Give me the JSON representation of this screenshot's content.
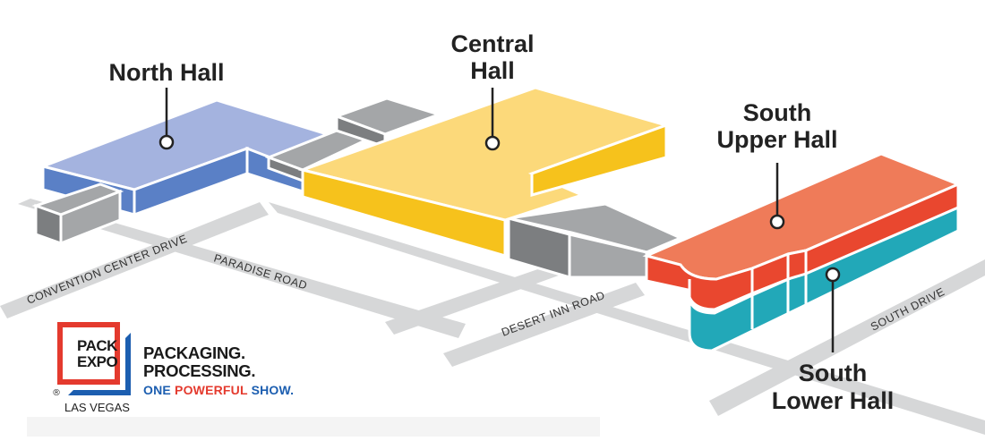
{
  "halls": {
    "north": "North Hall",
    "central_line1": "Central",
    "central_line2": "Hall",
    "south_upper_line1": "South",
    "south_upper_line2": "Upper Hall",
    "south_lower_line1": "South",
    "south_lower_line2": "Lower Hall"
  },
  "roads": {
    "convention_center": "CONVENTION CENTER DRIVE",
    "paradise": "PARADISE ROAD",
    "desert_inn": "DESERT INN ROAD",
    "south_drive": "SOUTH DRIVE"
  },
  "logo": {
    "word1": "PACK",
    "word2": "EXPO",
    "registered": "®",
    "city": "LAS VEGAS",
    "tagline1": "PACKAGING.",
    "tagline2": "PROCESSING.",
    "tagline3_part1": "ONE ",
    "tagline3_part2": "POWERFUL",
    "tagline3_part3": " SHOW."
  },
  "colors": {
    "north_top": "#a4b3df",
    "north_side": "#5a80c6",
    "central_top": "#fcd97a",
    "central_side": "#f6c21c",
    "south_upper_top": "#ef7b59",
    "south_upper_side": "#e9472f",
    "south_lower": "#22a8b8",
    "connector": "#a4a6a8",
    "connector_dark": "#7c7e80",
    "road": "#d6d7d8",
    "logo_red": "#e43a2e",
    "logo_blue": "#1c5eb0"
  }
}
